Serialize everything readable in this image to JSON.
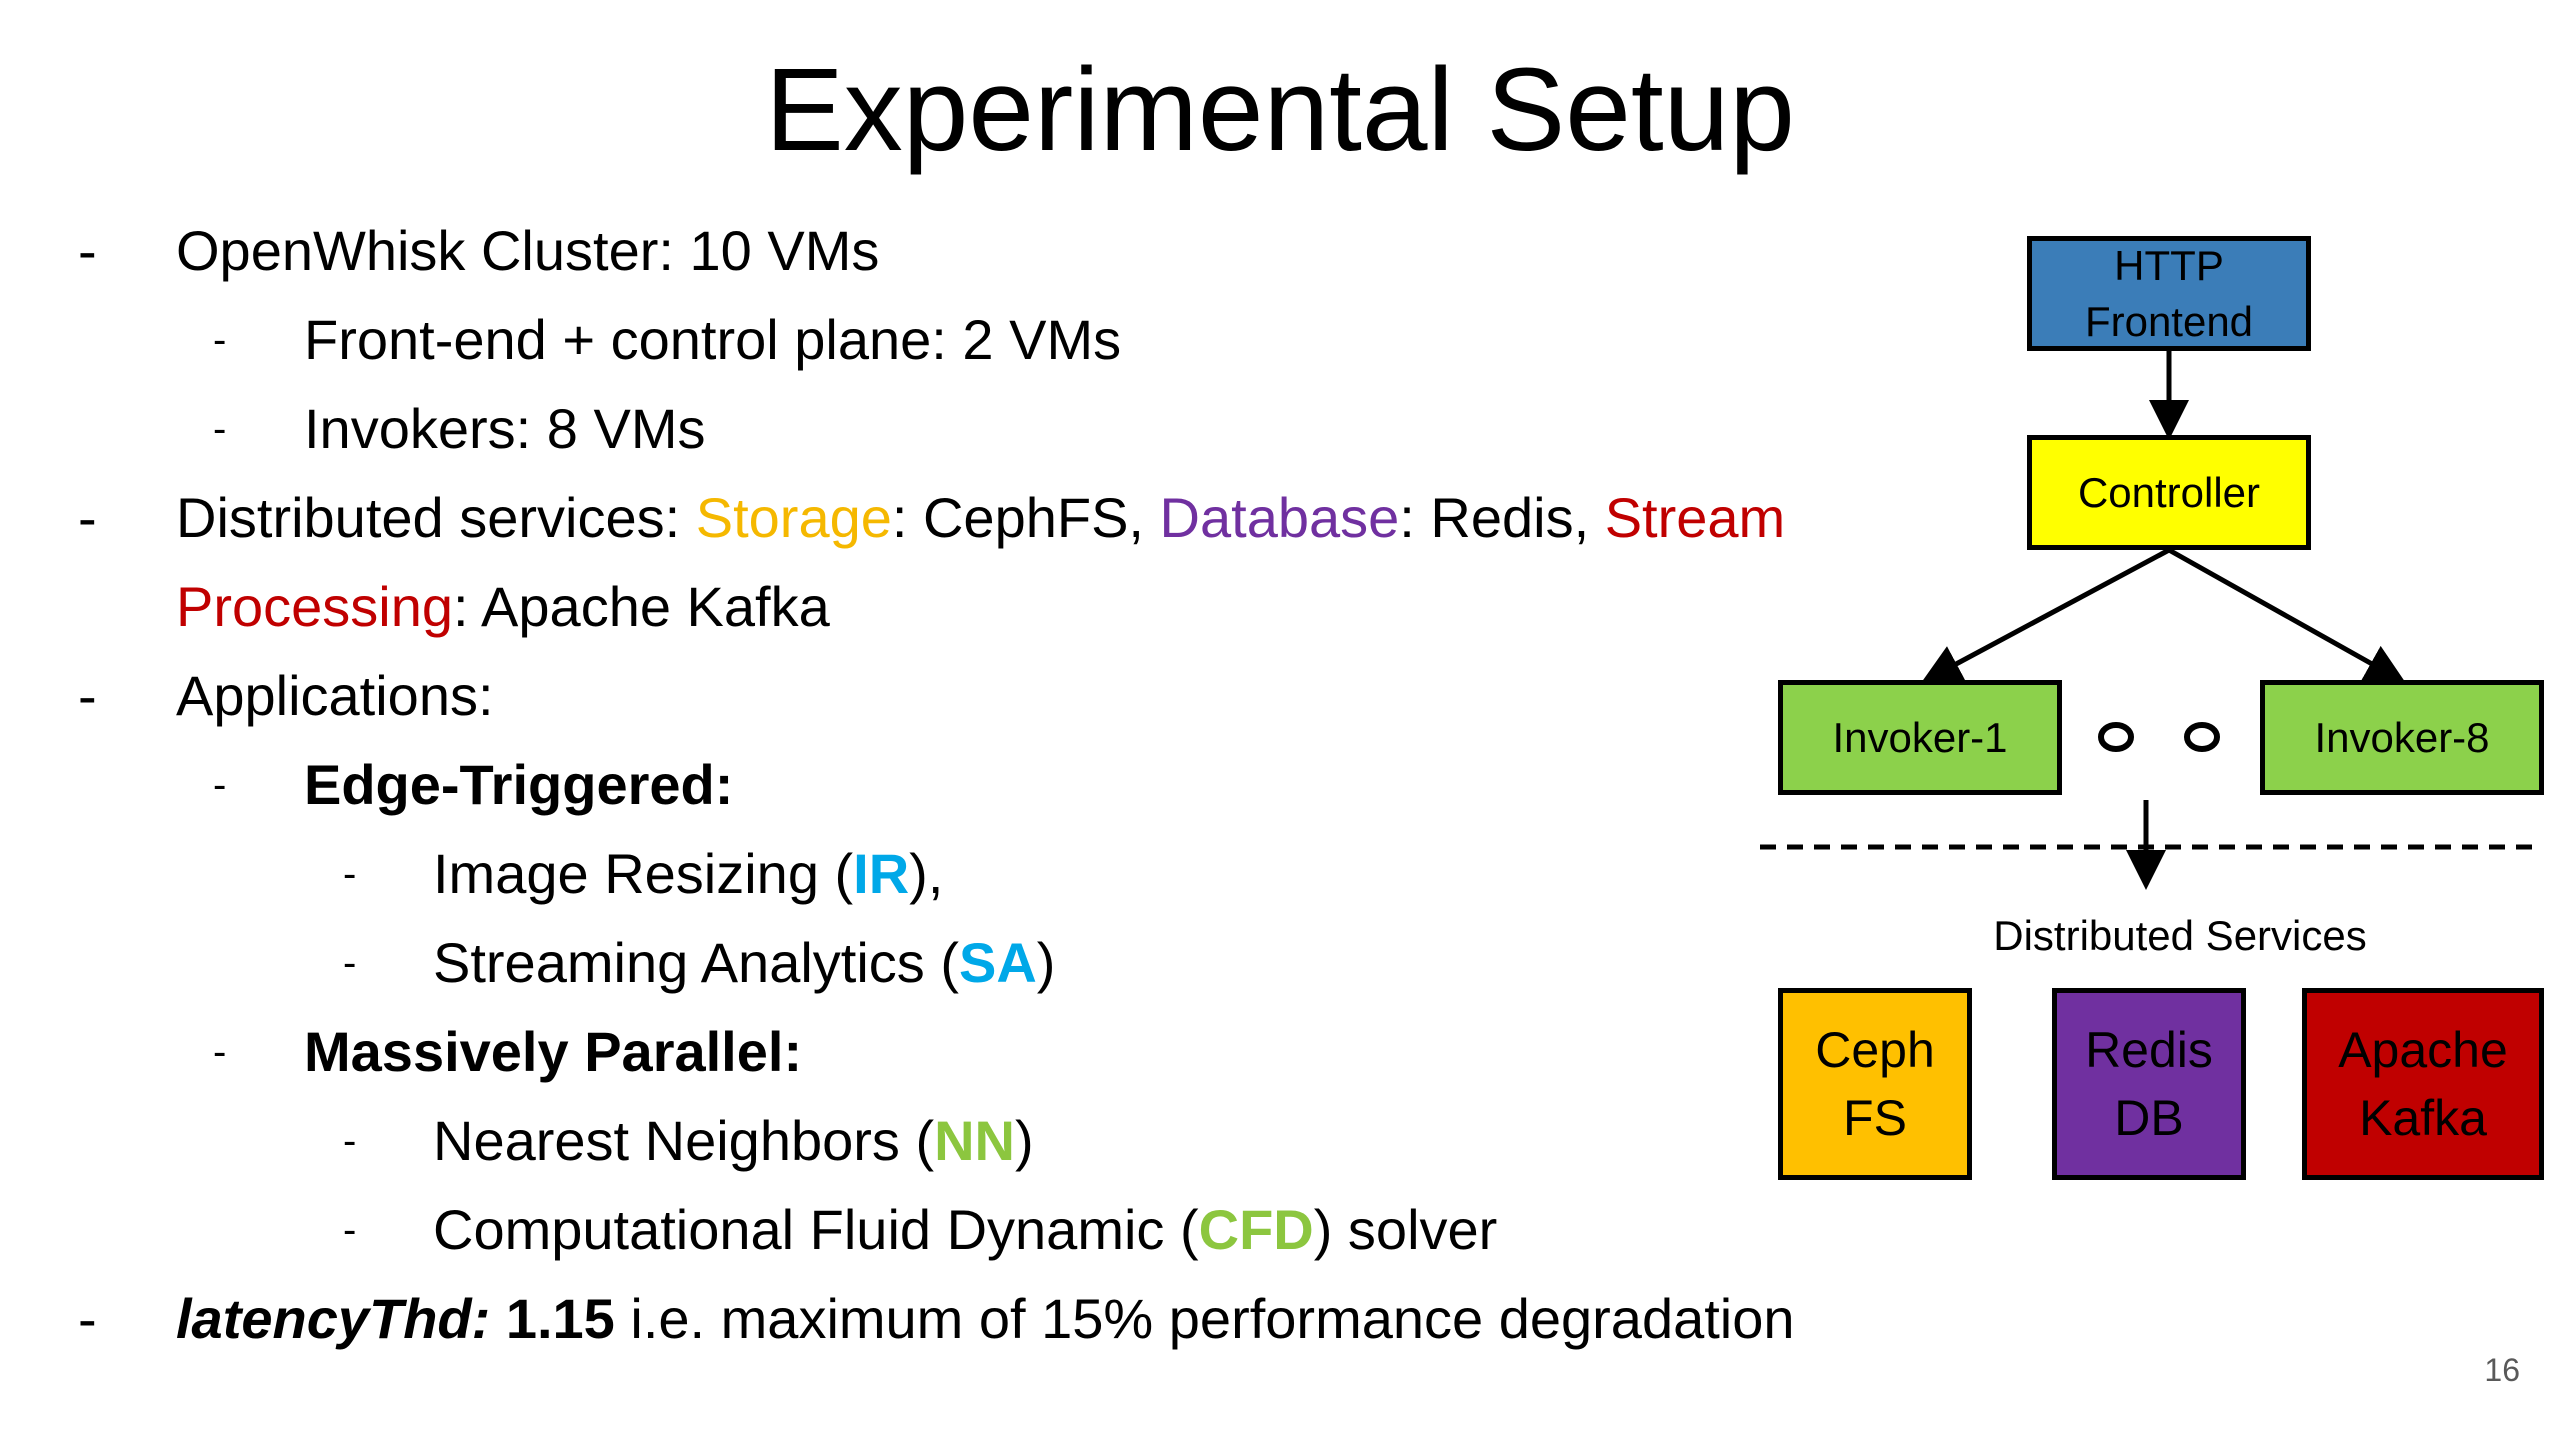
{
  "slide": {
    "title": "Experimental Setup",
    "page_number": "16"
  },
  "colors": {
    "storage": "#f5b800",
    "database": "#7030a0",
    "stream": "#c00000",
    "blue_acronym": "#00a8e8",
    "green_acronym": "#8cc63f",
    "http_box": "#3b7db8",
    "controller_box": "#ffff00",
    "invoker_box": "#8cd14b",
    "ceph_box": "#ffc000",
    "redis_box": "#7030a0",
    "kafka_box": "#c00000"
  },
  "bullets": {
    "dash": "-",
    "openwhisk": "OpenWhisk Cluster: 10 VMs",
    "frontend_control": "Front-end + control plane: 2 VMs",
    "invokers": "Invokers: 8 VMs",
    "distributed": {
      "prefix": "Distributed services: ",
      "storage": "Storage",
      "storage_value": ": CephFS, ",
      "database": "Database",
      "database_value": ": Redis, ",
      "stream": "Stream",
      "processing": "Processing",
      "processing_value": ": Apache Kafka"
    },
    "applications": "Applications:",
    "edge_triggered": "Edge-Triggered:",
    "image_resizing": {
      "before": "Image Resizing (",
      "acronym": "IR",
      "after": "),"
    },
    "streaming_analytics": {
      "before": "Streaming Analytics (",
      "acronym": "SA",
      "after": ")"
    },
    "massively_parallel": "Massively Parallel:",
    "nearest_neighbors": {
      "before": "Nearest Neighbors (",
      "acronym": "NN",
      "after": ")"
    },
    "cfd": {
      "before": "Computational Fluid Dynamic (",
      "acronym": "CFD",
      "after": ") solver"
    },
    "latency": {
      "label": "latencyThd:",
      "value": " 1.15",
      "rest": " i.e. maximum of 15% performance degradation"
    }
  },
  "diagram": {
    "http_frontend": {
      "line1": "HTTP",
      "line2": "Frontend"
    },
    "controller": "Controller",
    "invoker_1": "Invoker-1",
    "invoker_8": "Invoker-8",
    "distributed_services": "Distributed Services",
    "ceph": {
      "line1": "Ceph",
      "line2": "FS"
    },
    "redis": {
      "line1": "Redis",
      "line2": "DB"
    },
    "kafka": {
      "line1": "Apache",
      "line2": "Kafka"
    }
  }
}
